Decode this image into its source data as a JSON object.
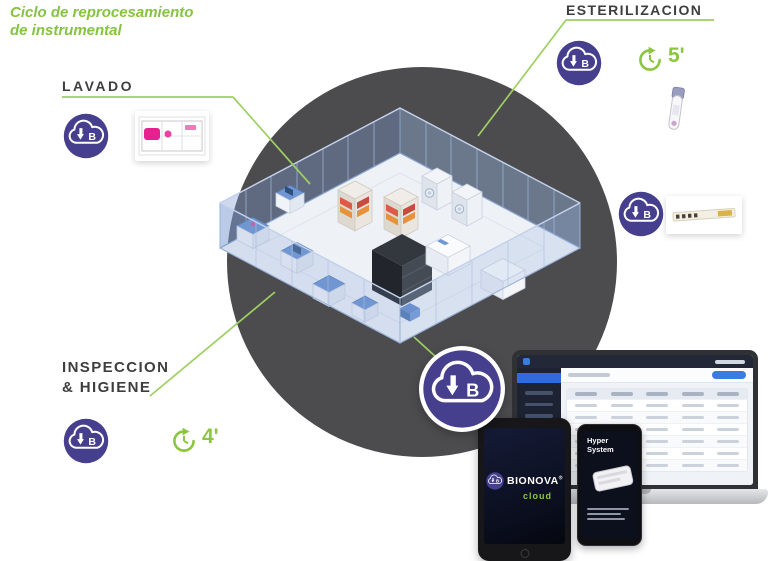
{
  "title": {
    "line1": "Ciclo de reprocesamiento",
    "line2": "de instrumental"
  },
  "sections": {
    "lavado": {
      "label": "LAVADO"
    },
    "esterilizacion": {
      "label": "ESTERILIZACION",
      "timer_minutes": "5'"
    },
    "inspeccion_higiene": {
      "label_line1": "INSPECCION",
      "label_line2": "& HIGIENE",
      "timer_minutes": "4'"
    }
  },
  "cloud_icon": {
    "letter": "B"
  },
  "devices": {
    "tablet": {
      "brand": "BIONOVA",
      "trademark": "®",
      "subbrand": "cloud"
    },
    "phone": {
      "app_line1": "Hyper",
      "app_line2": "System"
    }
  },
  "colors": {
    "brand_purple": "#453F8E",
    "brand_green": "#8CC63F",
    "connector_green": "#9ECF63",
    "circle_gray": "#4C4C4E",
    "label_dark": "#3E3E3E",
    "accent_magenta": "#E6208E"
  }
}
